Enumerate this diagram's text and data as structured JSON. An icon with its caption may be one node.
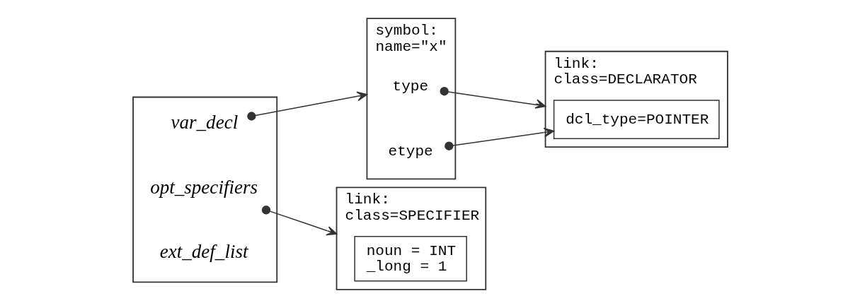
{
  "diagram": {
    "nodes": [
      {
        "text": [],
        "shape": "box"
      },
      {
        "text": [
          "var_decl"
        ],
        "in": 0
      },
      {
        "text": [
          "opt_specifiers"
        ],
        "in": 0
      },
      {
        "text": [
          "ext_def_list"
        ],
        "in": 0
      },
      {
        "text": [
          "symbol:",
          "name=\"x\""
        ]
      },
      {
        "text": [
          "type"
        ],
        "in": 4
      },
      {
        "text": [
          "etype"
        ],
        "in": 4
      },
      {
        "text": [
          "link:",
          "class=DECLARATOR"
        ]
      },
      {
        "text": [
          "dcl_type=POINTER"
        ],
        "in": 7
      },
      {
        "text": [
          "link:",
          "class=SPECIFIER"
        ]
      },
      {
        "text": [
          "noun = INT",
          "_long = 1"
        ],
        "in": 9
      }
    ],
    "edges": [
      {
        "from": 1,
        "to": 4,
        "arrow": "to"
      },
      {
        "from": 5,
        "to": 7,
        "arrow": "to"
      },
      {
        "from": 6,
        "to": 8,
        "arrow": "to"
      },
      {
        "from": 2,
        "to": 9,
        "arrow": "to"
      }
    ]
  }
}
